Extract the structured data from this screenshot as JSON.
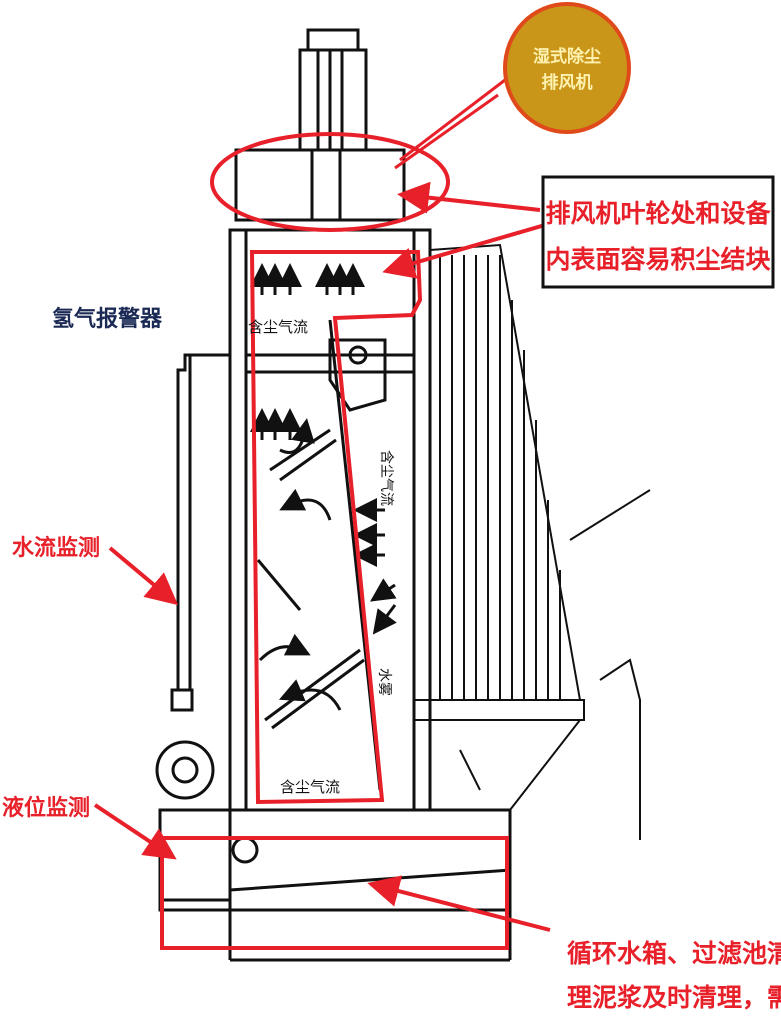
{
  "callouts": {
    "fan_bubble": [
      "湿式除尘",
      "排风机"
    ],
    "impeller_note": [
      "排风机叶轮处和设备",
      "内表面容易积尘结块"
    ],
    "hydrogen_alarm": "氢气报警器",
    "water_flow": "水流监测",
    "liquid_level": "液位监测",
    "tank_note": [
      "循环水箱、过滤池清",
      "理泥浆及时清理，需"
    ]
  },
  "diagram_labels": {
    "dust_airflow_top": "含尘气流",
    "dust_airflow_bottom": "含尘气流",
    "side_dust_airflow": "含尘气流",
    "water_mist": "水雾"
  },
  "colors": {
    "highlight_red": "#e8202a",
    "bubble_fill": "#c9961a",
    "bubble_text": "#fff2b0",
    "label_navy": "#1b2a55",
    "line": "#111111"
  }
}
